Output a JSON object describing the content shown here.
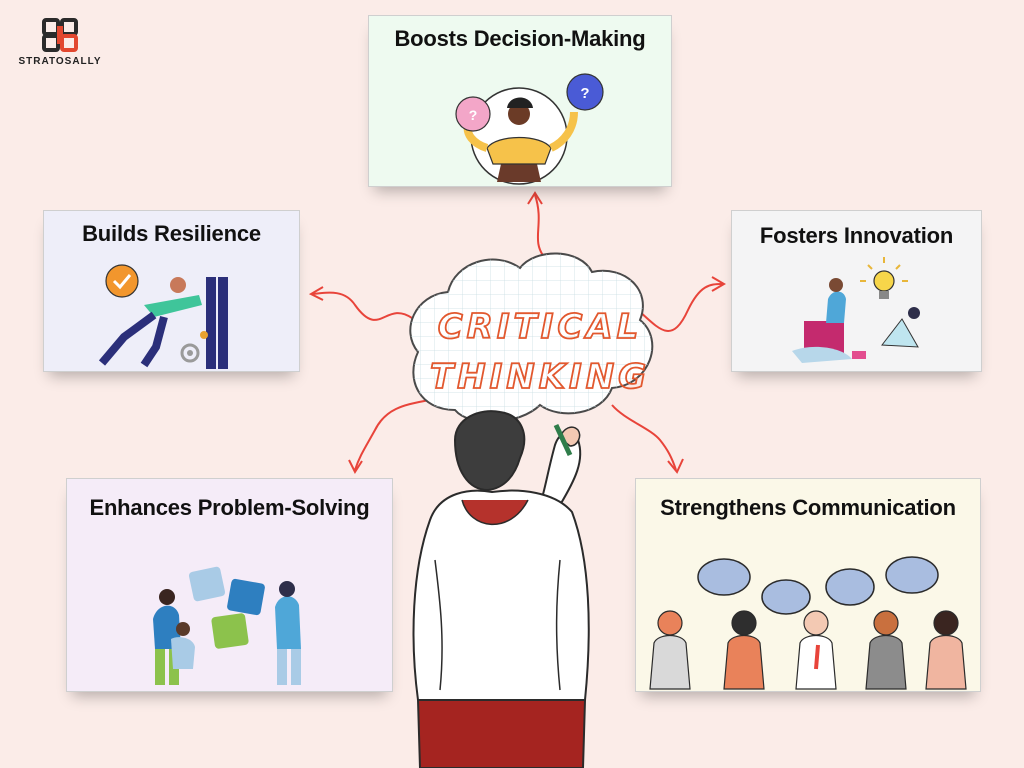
{
  "brand": {
    "logo_text": "STRATOSALLY"
  },
  "center": {
    "line1": "CRITICAL",
    "line2": "THINKING"
  },
  "cards": {
    "decision": {
      "title": "Boosts Decision-Making"
    },
    "resilience": {
      "title": "Builds Resilience"
    },
    "innovation": {
      "title": "Fosters Innovation"
    },
    "problem": {
      "title": "Enhances Problem-Solving"
    },
    "communication": {
      "title": "Strengthens Communication"
    }
  },
  "colors": {
    "background": "#fbece8",
    "arrow": "#e8443a",
    "center_text": "#e2582e",
    "logo_red": "#e2472f"
  }
}
